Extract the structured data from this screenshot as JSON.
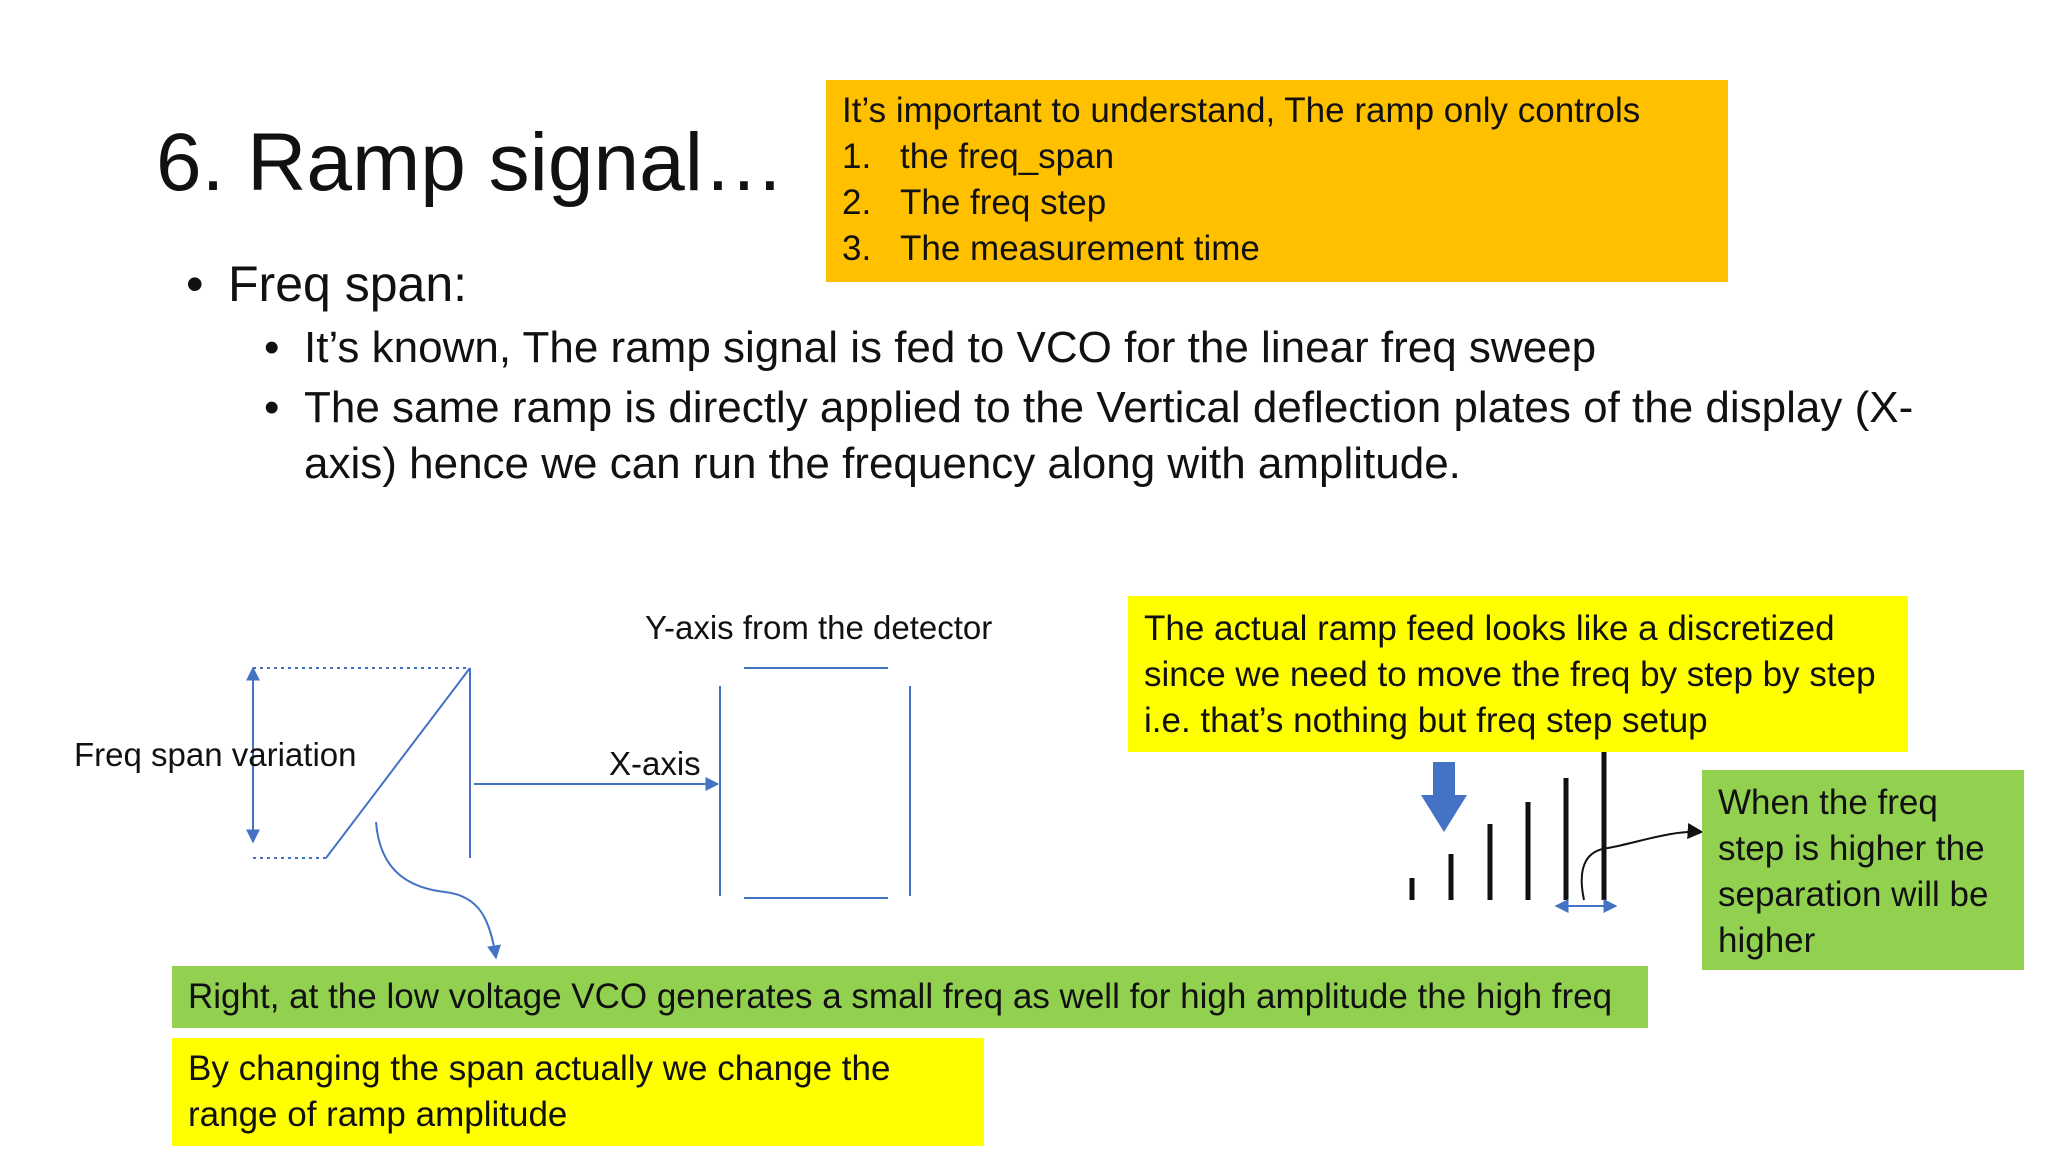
{
  "slide": {
    "title": "6. Ramp signal…",
    "callout_top": {
      "intro": "It’s important to understand, The ramp only controls",
      "items": [
        {
          "num": "1.",
          "text": "the freq_span"
        },
        {
          "num": "2.",
          "text": "The freq step"
        },
        {
          "num": "3.",
          "text": "The measurement time"
        }
      ]
    },
    "bullets": {
      "level1": "Freq span:",
      "level2": [
        "It’s known, The ramp signal is fed to VCO for the linear freq sweep",
        "The same ramp is directly applied to the Vertical deflection plates of the display (X-axis) hence we can run the frequency along with amplitude."
      ]
    },
    "diagram": {
      "freq_span_label": "Freq span variation",
      "x_axis_label": "X-axis",
      "y_axis_label": "Y-axis from the detector"
    },
    "callout_mid": "The actual ramp feed looks like a discretized since we need to move the freq by step by step i.e. that’s nothing but freq step setup",
    "callout_right": "When the freq step is higher the separation will be higher",
    "bar_green": "Right, at the low voltage VCO generates a small freq as well for high amplitude the high freq",
    "bar_yellow": "By changing the span actually we change the range of ramp amplitude",
    "colors": {
      "orange": "#ffc000",
      "yellow": "#ffff00",
      "green": "#92d050",
      "diagram_blue": "#4472c4"
    }
  }
}
